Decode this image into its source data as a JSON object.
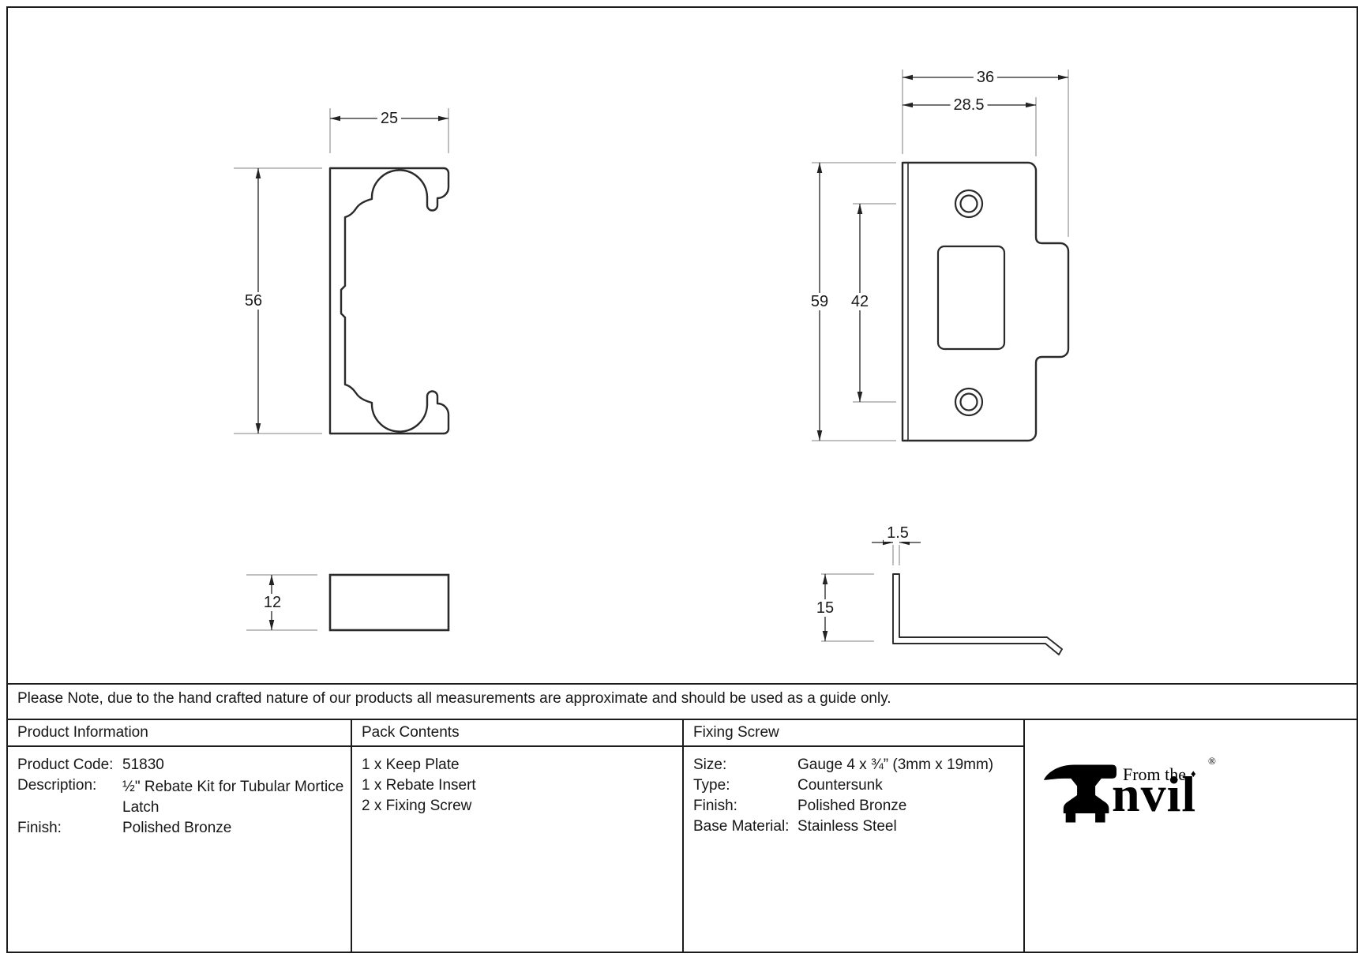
{
  "page": {
    "note": "Please Note, due to the hand crafted nature of our products all measurements are approximate and should be used as a guide only."
  },
  "drawings": {
    "insert_front": {
      "width": "25",
      "height": "56"
    },
    "insert_top": {
      "thickness": "12"
    },
    "keep_plate": {
      "overall_width": "36",
      "body_width": "28.5",
      "height": "59",
      "hole_spacing": "42"
    },
    "insert_side": {
      "thickness": "1.5",
      "height": "15"
    }
  },
  "table": {
    "product_information": {
      "header": "Product Information",
      "rows": [
        {
          "label": "Product Code:",
          "value": "51830"
        },
        {
          "label": "Description:",
          "value": "½\" Rebate Kit for Tubular Mortice Latch"
        },
        {
          "label": "Finish:",
          "value": "Polished Bronze"
        }
      ]
    },
    "pack_contents": {
      "header": "Pack Contents",
      "items": [
        "1 x Keep Plate",
        "1 x Rebate Insert",
        "2 x Fixing Screw"
      ]
    },
    "fixing_screw": {
      "header": "Fixing Screw",
      "rows": [
        {
          "label": "Size:",
          "value": "Gauge 4 x ¾” (3mm x 19mm)"
        },
        {
          "label": "Type:",
          "value": "Countersunk"
        },
        {
          "label": "Finish:",
          "value": "Polished Bronze"
        },
        {
          "label": "Base Material:",
          "value": "Stainless Steel"
        }
      ]
    }
  },
  "logo": {
    "tagline": "From the",
    "brand_suffix": "nvil",
    "registered": "®",
    "separator": "♦"
  }
}
